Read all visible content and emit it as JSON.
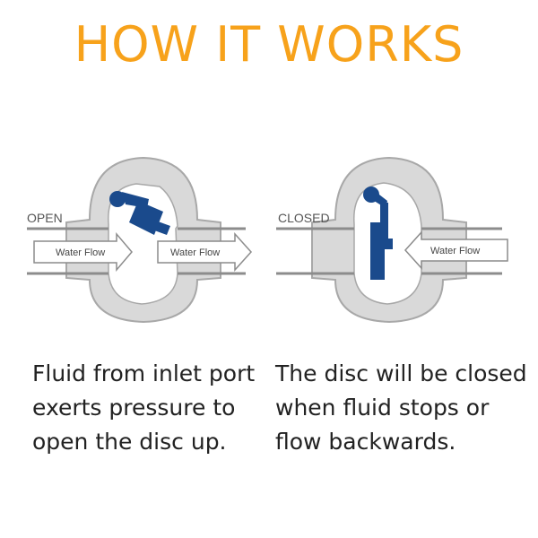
{
  "title": "HOW IT WORKS",
  "colors": {
    "title": "#F7A21B",
    "valve_body": "#D9D9D9",
    "valve_outline": "#A8A8A8",
    "pipe": "#8C8C8C",
    "disc": "#1A4A8C",
    "text": "#222222"
  },
  "open": {
    "label": "OPEN",
    "flow_left": "Water Flow",
    "flow_right": "Water Flow",
    "caption": [
      "Fluid from inlet port",
      "exerts pressure to",
      "open the disc up."
    ]
  },
  "closed": {
    "label": "CLOSED",
    "flow": "Water Flow",
    "caption": [
      "The disc will be closed",
      "when fluid stops or",
      "flow backwards."
    ]
  }
}
